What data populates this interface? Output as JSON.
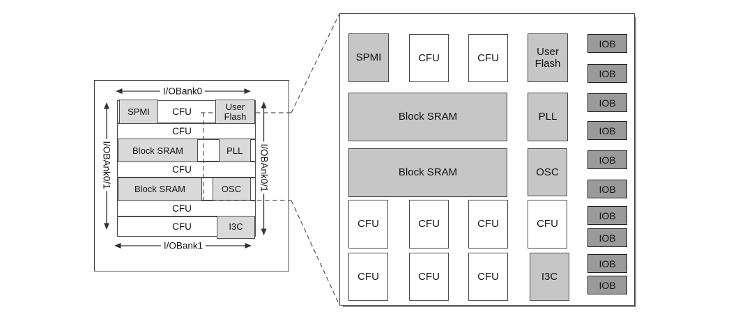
{
  "left_diagram": {
    "top_axis_label": "I/OBank0",
    "bottom_axis_label": "I/OBank1",
    "left_axis_label": "I/OBAnk0/1",
    "right_axis_label": "I/OBAnk0/1",
    "rows": [
      {
        "blocks": [
          {
            "label": "SPMI",
            "kind": "gray"
          },
          {
            "label": "CFU",
            "kind": "label"
          },
          {
            "label": "User Flash",
            "kind": "gray"
          }
        ]
      },
      {
        "blocks": [
          {
            "label": "CFU",
            "kind": "label"
          }
        ]
      },
      {
        "blocks": [
          {
            "label": "Block SRAM",
            "kind": "gray"
          },
          {
            "label": "PLL",
            "kind": "gray"
          }
        ]
      },
      {
        "blocks": [
          {
            "label": "CFU",
            "kind": "label"
          }
        ]
      },
      {
        "blocks": [
          {
            "label": "Block SRAM",
            "kind": "gray"
          },
          {
            "label": "OSC",
            "kind": "gray"
          }
        ]
      },
      {
        "blocks": [
          {
            "label": "CFU",
            "kind": "label"
          }
        ]
      },
      {
        "blocks": [
          {
            "label": "CFU",
            "kind": "label"
          },
          {
            "label": "I3C",
            "kind": "gray"
          }
        ]
      }
    ]
  },
  "right_diagram": {
    "blocks": [
      {
        "label": "SPMI",
        "variant": "gray"
      },
      {
        "label": "CFU",
        "variant": "white"
      },
      {
        "label": "CFU",
        "variant": "white"
      },
      {
        "label": "User Flash",
        "variant": "gray"
      },
      {
        "label": "Block SRAM",
        "variant": "gray"
      },
      {
        "label": "PLL",
        "variant": "gray"
      },
      {
        "label": "Block SRAM",
        "variant": "gray"
      },
      {
        "label": "OSC",
        "variant": "gray"
      },
      {
        "label": "CFU",
        "variant": "white"
      },
      {
        "label": "CFU",
        "variant": "white"
      },
      {
        "label": "CFU",
        "variant": "white"
      },
      {
        "label": "CFU",
        "variant": "white"
      },
      {
        "label": "CFU",
        "variant": "white"
      },
      {
        "label": "CFU",
        "variant": "white"
      },
      {
        "label": "CFU",
        "variant": "white"
      },
      {
        "label": "I3C",
        "variant": "gray"
      }
    ],
    "iob": {
      "label": "IOB",
      "count": 10
    }
  },
  "colors": {
    "left_block_fill": "#dadada",
    "right_block_fill": "#c6c6c6",
    "iob_fill": "#9a9a9a",
    "line": "#4a4a4a",
    "dashed_line": "#555555"
  }
}
